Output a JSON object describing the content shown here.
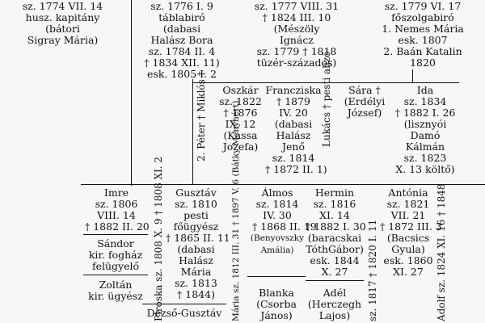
{
  "top": {
    "c1": [
      "sz. 1774 VII. 14",
      "husz. kapitány",
      "(bátori",
      "Sigray Mária)"
    ],
    "c2": [
      "sz. 1776 I. 9",
      "táblabiró",
      "(dabasi",
      "Halász Bora",
      "sz. 1784 II. 4",
      "† 1834 XII. 11)",
      "esk. 1805 I. 2"
    ],
    "c3": [
      "sz. 1777 VIII. 31",
      "† 1824 III. 10",
      "(Mészöly",
      "Ignácz",
      "sz. 1779 † 1818",
      "tüzér-százados)"
    ],
    "c4": [
      "sz. 1779 VI. 17",
      "főszolgabiró",
      "1. Nemes Mária",
      "esk. 1807",
      "2. Baán Katalin",
      "1820"
    ]
  },
  "mid": {
    "peter": "2. Péter † Miklós †",
    "oszkar": [
      "Oszkár",
      "sz. 1822",
      "† 1876",
      "IX. 12",
      "(Kassa",
      "Jozefa)"
    ],
    "franczisko": [
      "Francziska",
      "† 1879",
      "IV. 20",
      "(dabasi",
      "Halász",
      "Jenő",
      "sz. 1814",
      "† 1872 II. 1)"
    ],
    "lukacs": "Lukács † pesti aljző",
    "sara": [
      "Sára †",
      "(Erdélyi",
      "József)"
    ],
    "ida": [
      "Ida",
      "sz. 1834",
      "† 1882 I. 26",
      "(lisznyói",
      "Damó",
      "Kálmán",
      "sz. 1823",
      "X. 13 költő)"
    ]
  },
  "bottom": {
    "imre": [
      "Imre",
      "sz. 1806",
      "VIII. 14",
      "† 1882 II. 20"
    ],
    "sandor": [
      "Sándor",
      "kir. fogház",
      "felügyelő"
    ],
    "zoltan": [
      "Zoltán",
      "kir. ügyész"
    ],
    "piroska": "Piroska sz. 1808 X. 9 † 1808 XI. 2",
    "gusztav": [
      "Gusztáv",
      "sz. 1810",
      "pesti",
      "főügyész",
      "† 1865 II. 11",
      "(dabasi",
      "Halász",
      "Mária",
      "sz. 1813",
      "† 1844)"
    ],
    "dezso": "Dezső-Gusztáv",
    "maria_v": "Mária sz. 1812 III. 31 † 1897 V. 6 (Bátky Menyhért)",
    "almos": [
      "Álmos",
      "sz. 1814",
      "IV. 30",
      "† 1868 II. 19",
      "(Benyovszky",
      "Amália)"
    ],
    "blanka": [
      "Blanka",
      "(Csorba",
      "János)"
    ],
    "hermin": [
      "Hermin",
      "sz. 1816",
      "XI. 14",
      "† 1882 I. 30",
      "(baracskai",
      "TóthGábor)",
      "esk. 1844",
      "X. 27"
    ],
    "adel": [
      "Adél",
      "(Herczegh",
      "Lajos)"
    ],
    "v1817": "sz. 1817 † 1820 I. 11",
    "antonia": [
      "Antónia",
      "sz. 1821",
      "VII. 21",
      "† 1872 III. 3",
      "(Bacsics",
      "Gyula)",
      "esk. 1860",
      "XI. 27"
    ],
    "adolf": "Adolf sz. 1824 XI. 16 † 1848"
  }
}
